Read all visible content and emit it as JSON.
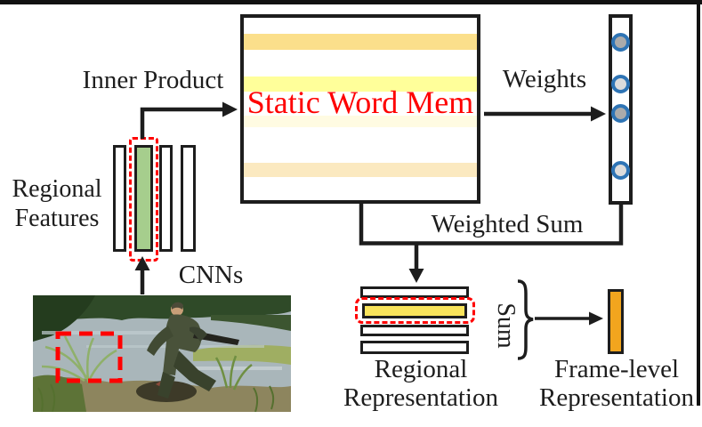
{
  "labels": {
    "inner_product": "Inner Product",
    "static_word_mem": "Static Word Mem",
    "weights": "Weights",
    "weighted_sum": "Weighted Sum",
    "cnns": "CNNs",
    "sum": "Sum",
    "regional_features": [
      "Regional",
      "Features"
    ],
    "regional_representation": [
      "Regional",
      "Representation"
    ],
    "frame_level_representation": [
      "Frame-level",
      "Representation"
    ]
  },
  "colors": {
    "memory_title_text": "#FE0000",
    "highlight_dash": "#FF0000",
    "regional_feature_selected": "#A6CE8D",
    "memory_row_stripes": [
      "#FBDF8B",
      "#FFFF9A",
      "#FFFBE2",
      "#FBE9C0"
    ],
    "regional_representation_selected": "#F9E45B",
    "frame_level_bar": "#F2A51E",
    "weight_ring": "#2E74B5",
    "weight_fill_dark": "#ABABAB",
    "weight_fill_light": "#DCDCDC",
    "outline": "#1D1D1D"
  }
}
